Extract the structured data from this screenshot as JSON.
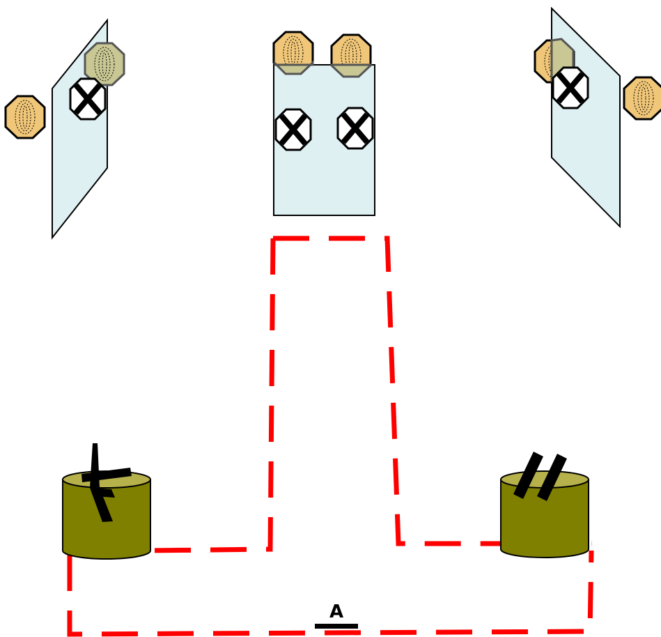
{
  "colors": {
    "background": "#ffffff",
    "plate_fill": "#dff0f3",
    "plate_stroke": "#000000",
    "seed_fill": "#f0c678",
    "seed_overlap_fill": "#c9c794",
    "seed_stroke": "#000000",
    "marker_fill": "#ffffff",
    "marker_stroke": "#000000",
    "path_color": "#ff0000",
    "cylinder_body": "#808000",
    "cylinder_top": "#b7b14c",
    "cylinder_mark": "#000000"
  },
  "icons": {
    "seed": "octagon-seed-icon",
    "marker": "crossed-circle-marker-icon",
    "device": "cylinder-device-icon"
  },
  "diagram": {
    "panels": [
      {
        "view": "left-perspective"
      },
      {
        "view": "front"
      },
      {
        "view": "right-perspective"
      }
    ],
    "cylinders": [
      {
        "marking": "cross-bars"
      },
      {
        "marking": "double-slash"
      }
    ],
    "label": "A"
  }
}
